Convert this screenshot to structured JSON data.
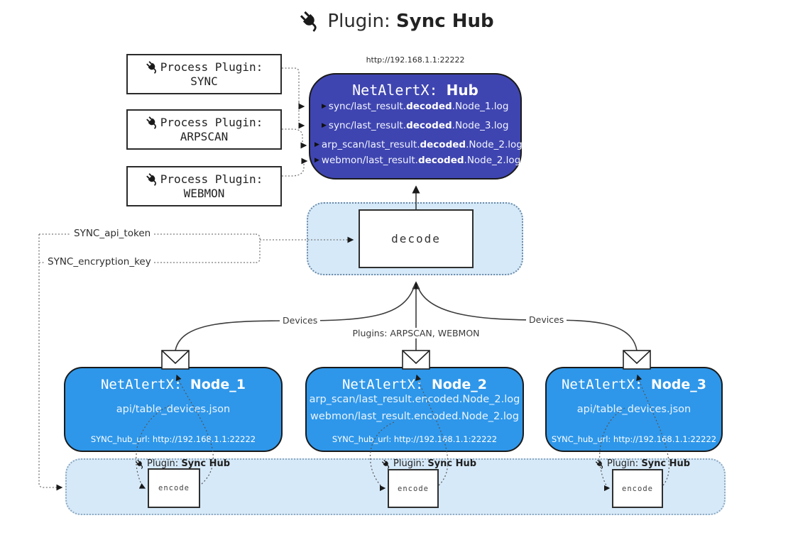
{
  "title": {
    "prefix": "Plugin: ",
    "bold": "Sync Hub"
  },
  "hub": {
    "url": "http://192.168.1.1:22222",
    "name_prefix": "NetAlertX: ",
    "name_bold": "Hub",
    "rows": [
      {
        "pre": "sync/last_result.",
        "bold": "decoded",
        "post": ".Node_1.log"
      },
      {
        "pre": "sync/last_result.",
        "bold": "decoded",
        "post": ".Node_3.log"
      },
      {
        "pre": "arp_scan/last_result.",
        "bold": "decoded",
        "post": ".Node_2.log"
      },
      {
        "pre": "webmon/last_result.",
        "bold": "decoded",
        "post": ".Node_2.log"
      }
    ],
    "arrow_glyph": "▶"
  },
  "process_plugins": [
    {
      "label": "Process Plugin:",
      "name": "SYNC"
    },
    {
      "label": "Process Plugin:",
      "name": "ARPSCAN"
    },
    {
      "label": "Process Plugin:",
      "name": "WEBMON"
    }
  ],
  "decode": {
    "label": "decode"
  },
  "settings": {
    "api_token": "SYNC_api_token",
    "encryption_key": "SYNC_encryption_key"
  },
  "edge_labels": {
    "devices_left": "Devices",
    "devices_right": "Devices",
    "plugins_center": "Plugins: ARPSCAN, WEBMON"
  },
  "nodes": [
    {
      "name_prefix": "NetAlertX: ",
      "name_bold": "Node_1",
      "files": [
        "api/table_devices.json"
      ],
      "hub_url": "SYNC_hub_url: http://192.168.1.1:22222"
    },
    {
      "name_prefix": "NetAlertX: ",
      "name_bold": "Node_2",
      "files": [
        "arp_scan/last_result.encoded.Node_2.log",
        "webmon/last_result.encoded.Node_2.log"
      ],
      "hub_url": "SYNC_hub_url: http://192.168.1.1:22222"
    },
    {
      "name_prefix": "NetAlertX: ",
      "name_bold": "Node_3",
      "files": [
        "api/table_devices.json"
      ],
      "hub_url": "SYNC_hub_url: http://192.168.1.1:22222"
    }
  ],
  "encode_band": {
    "plugin_label_prefix": "Plugin: ",
    "plugin_label_bold": "Sync Hub",
    "encode_label": "encode"
  },
  "colors": {
    "hub_fill": "#3f45b0",
    "node_fill": "#2e97ea",
    "band_fill": "#d6e9f8",
    "outline": "#1a1a1a"
  }
}
